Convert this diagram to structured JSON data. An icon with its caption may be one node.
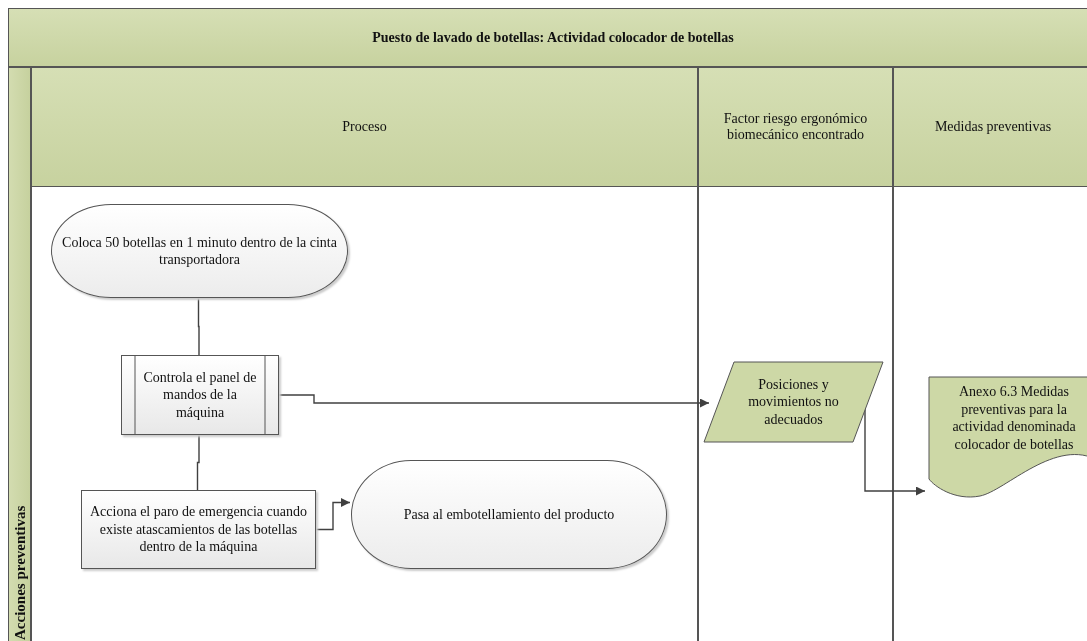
{
  "diagram": {
    "title": "Puesto de lavado de botellas: Actividad colocador de botellas",
    "nodes": [
      {
        "text": [
          "Acciones preventivas"
        ]
      },
      {
        "text": [
          "Proceso"
        ]
      },
      {
        "text": [
          "Factor riesgo ergonómico biomecánico encontrado"
        ]
      },
      {
        "text": [
          "Medidas preventivas"
        ]
      },
      {
        "text": [
          "Coloca 50 botellas en 1 minuto dentro de la cinta transportadora"
        ],
        "in": 1
      },
      {
        "text": [
          "Controla el panel de mandos de la máquina"
        ],
        "in": 1
      },
      {
        "text": [
          "Acciona el paro de emergencia cuando existe atascamientos de las botellas dentro de la máquina"
        ],
        "in": 1
      },
      {
        "text": [
          "Pasa al embotellamiento del producto"
        ],
        "in": 1
      },
      {
        "text": [
          "Posiciones y movimientos no adecuados"
        ],
        "in": 2
      },
      {
        "text": [
          "Anexo 6.3 Medidas preventivas para la actividad denominada colocador de botellas"
        ],
        "in": 3
      }
    ],
    "edges": [
      {
        "from": 4,
        "to": 5,
        "arrow": "none"
      },
      {
        "from": 5,
        "to": 6,
        "arrow": "none"
      },
      {
        "from": 6,
        "to": 7,
        "arrow": "to"
      },
      {
        "from": 5,
        "to": 8,
        "arrow": "to"
      },
      {
        "from": 8,
        "to": 9,
        "arrow": "to"
      }
    ]
  }
}
